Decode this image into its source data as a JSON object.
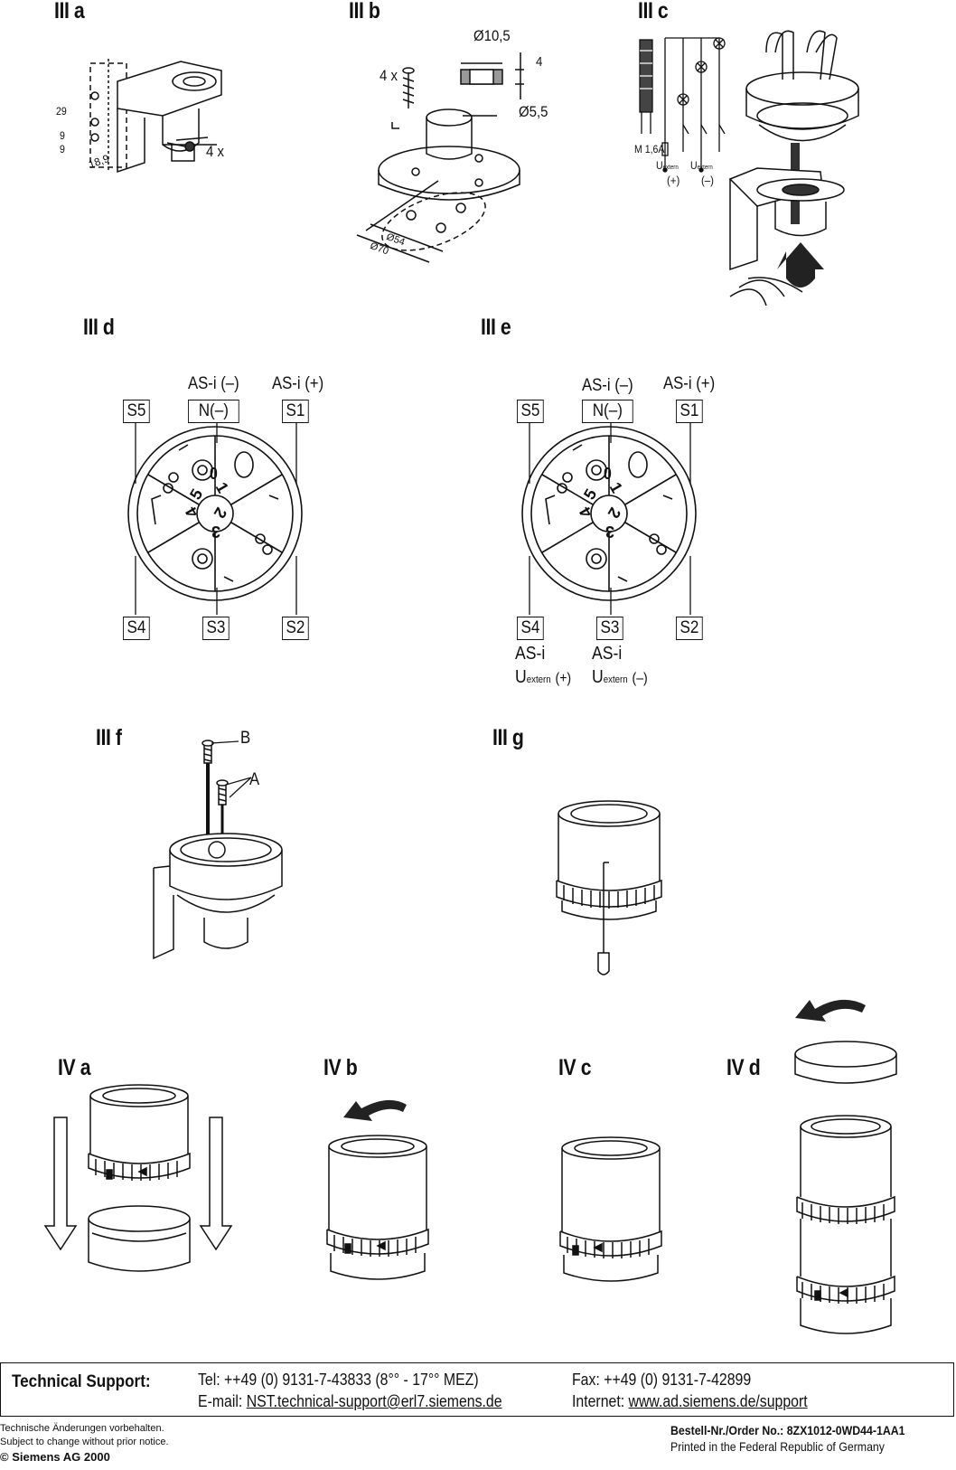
{
  "figures": {
    "IIIa": {
      "label": "III a",
      "dims": [
        "29",
        "9",
        "9",
        "18,9"
      ],
      "count": "4 x"
    },
    "IIIb": {
      "label": "III b",
      "count": "4 x",
      "dia_top": "Ø10,5",
      "height": "4",
      "dia_bottom": "Ø5,5",
      "dia_inner": "Ø54",
      "dia_outer": "Ø70"
    },
    "IIIc": {
      "label": "III c",
      "fuse": "M 1,6A",
      "u1": "U",
      "u1_sub": "extern",
      "u2": "U",
      "u2_sub": "extern",
      "plus": "(+)",
      "minus": "(–)"
    },
    "IIId": {
      "label": "III d",
      "asi_minus": "AS-i (–)",
      "asi_plus": "AS-i (+)",
      "s5": "S5",
      "n": "N(–)",
      "s1": "S1",
      "s4": "S4",
      "s3": "S3",
      "s2": "S2",
      "digits": [
        "0",
        "1",
        "2",
        "3",
        "4",
        "5"
      ]
    },
    "IIIe": {
      "label": "III e",
      "asi_minus": "AS-i (–)",
      "asi_plus": "AS-i (+)",
      "s5": "S5",
      "n": "N(–)",
      "s1": "S1",
      "s4": "S4",
      "s3": "S3",
      "s2": "S2",
      "digits": [
        "0",
        "1",
        "2",
        "3",
        "4",
        "5"
      ],
      "s4_line1": "AS-i",
      "s4_u": "U",
      "s4_sub": "extern",
      "s4_sign": "(+)",
      "s3_line1": "AS-i",
      "s3_u": "U",
      "s3_sub": "extern",
      "s3_sign": "(–)"
    },
    "IIIf": {
      "label": "III f",
      "b": "B",
      "a": "A"
    },
    "IIIg": {
      "label": "III g"
    },
    "IVa": {
      "label": "IV a"
    },
    "IVb": {
      "label": "IV b"
    },
    "IVc": {
      "label": "IV c"
    },
    "IVd": {
      "label": "IV d"
    }
  },
  "support": {
    "title": "Technical Support:",
    "tel": "Tel: ++49 (0) 9131-7-43833 (8°° - 17°° MEZ)",
    "email_label": "E-mail: ",
    "email": "NST.technical-support@erl7.siemens.de",
    "fax": "Fax: ++49 (0) 9131-7-42899",
    "internet_label": "Internet: ",
    "internet": "www.ad.siemens.de/support"
  },
  "footer": {
    "note_de": "Technische Änderungen vorbehalten.",
    "note_en": "Subject to change without prior notice.",
    "copyright": "© Siemens AG 2000",
    "order": "Bestell-Nr./Order No.: 8ZX1012-0WD44-1AA1",
    "printed": "Printed in the Federal Republic of Germany"
  }
}
